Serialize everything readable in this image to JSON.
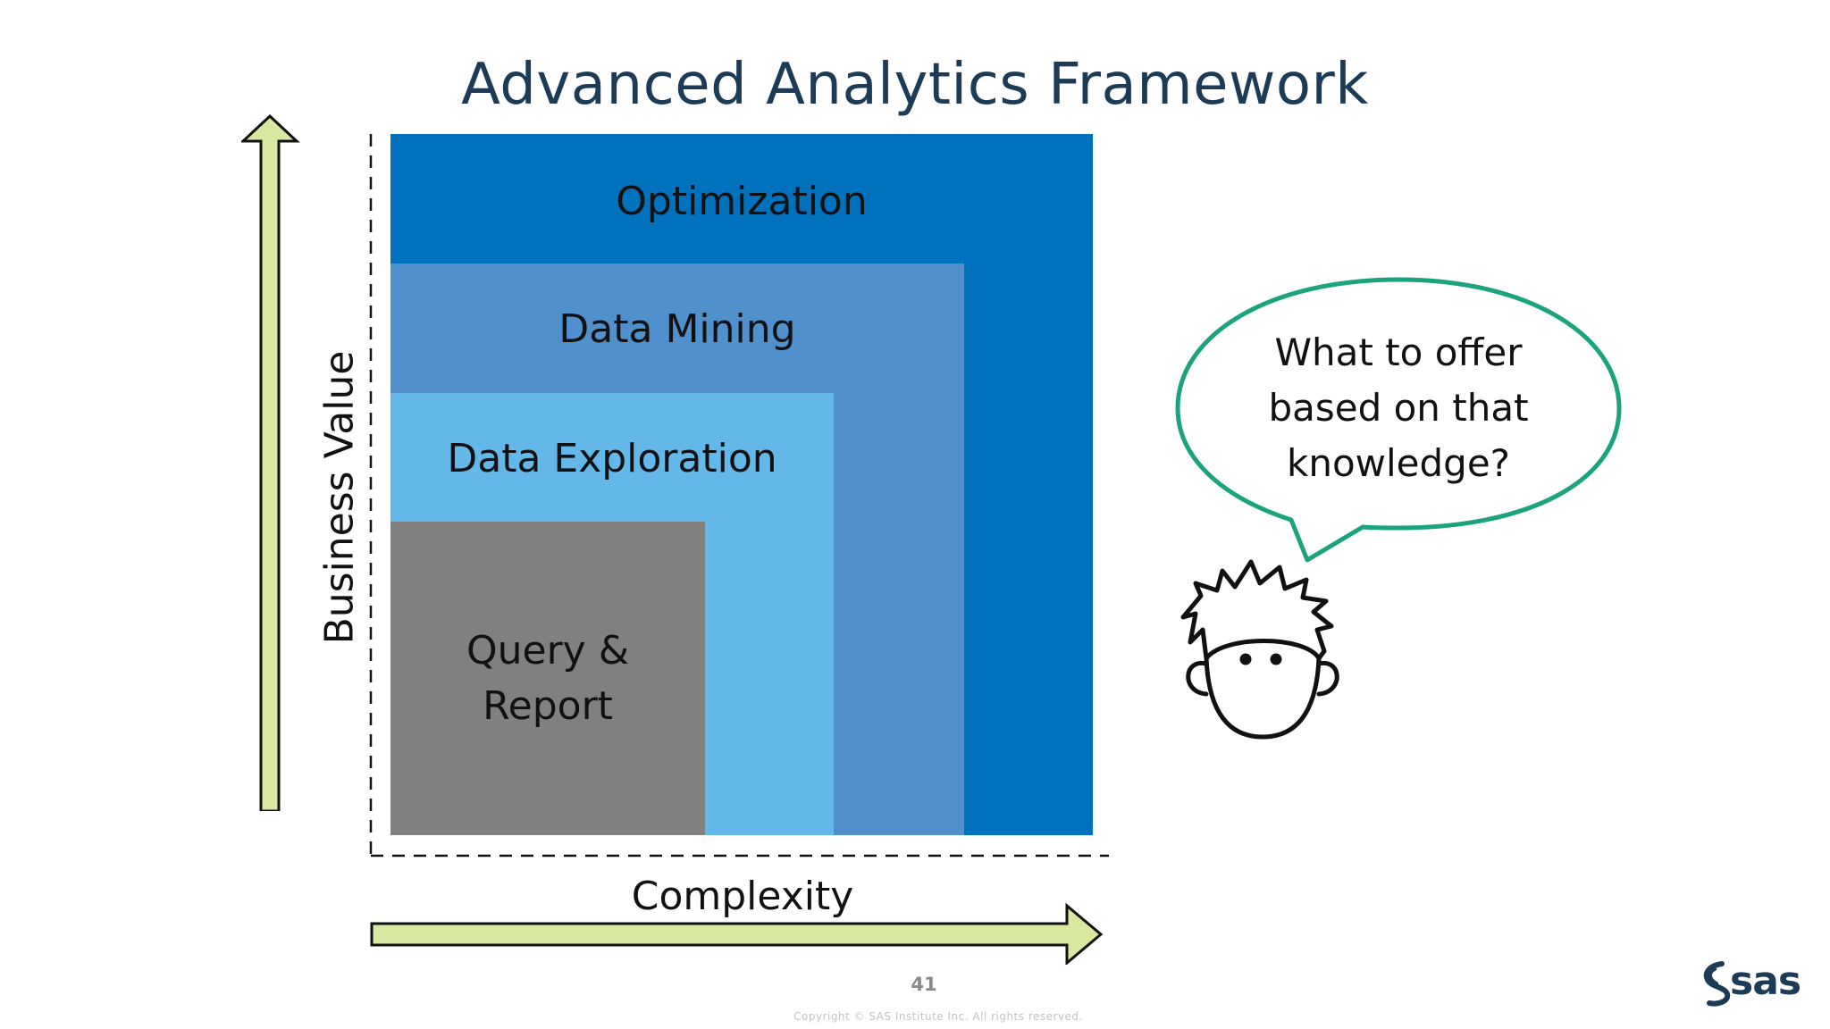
{
  "slide": {
    "title": "Advanced Analytics Framework",
    "page_number": "41",
    "copyright": "Copyright © SAS Institute Inc. All rights reserved."
  },
  "framework": {
    "y_axis_label": "Business Value",
    "x_axis_label": "Complexity",
    "levels": [
      {
        "label": "Optimization",
        "color": "#0071bd"
      },
      {
        "label": "Data Mining",
        "color": "#5090cd"
      },
      {
        "label": "Data Exploration",
        "color": "#63b8e9"
      },
      {
        "label_lines": [
          "Query &",
          "Report"
        ],
        "color": "#808080"
      }
    ],
    "arrow_color": "#d8e8a0"
  },
  "speech_bubble": {
    "lines": [
      "What to offer",
      "based on that",
      "knowledge?"
    ],
    "border_color": "#1aa37c"
  },
  "logo": {
    "text": "sas",
    "color": "#1b3b57"
  }
}
